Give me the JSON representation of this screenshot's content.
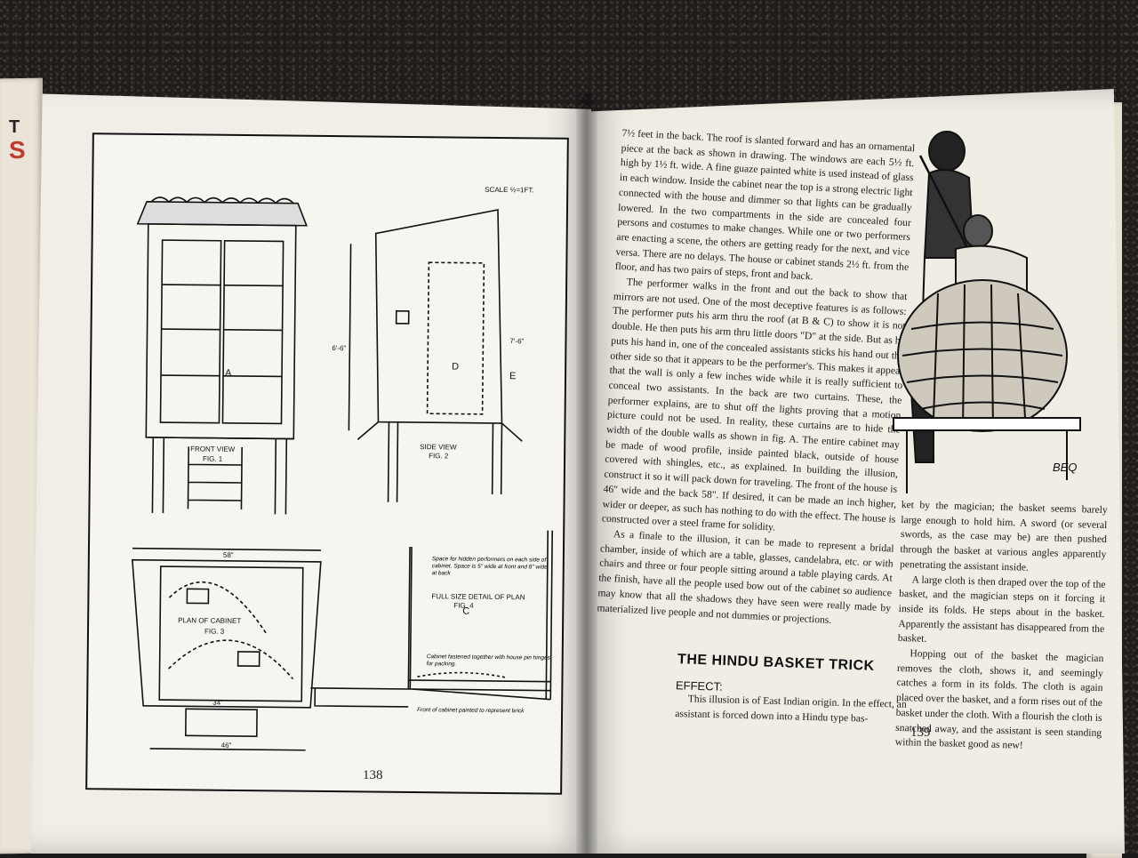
{
  "left_page": {
    "page_number": "138",
    "drawing_labels": {
      "front_view": "FRONT VIEW",
      "front_fig": "FIG. 1",
      "side_view": "SIDE VIEW",
      "side_fig": "FIG. 2",
      "plan": "PLAN OF CABINET",
      "plan_fig": "FIG. 3",
      "detail": "FULL SIZE DETAIL OF PLAN",
      "detail_fig": "FIG. 4",
      "scale": "SCALE ½=1FT.",
      "letter_a": "A",
      "letter_c": "C",
      "letter_d": "D",
      "letter_e": "E",
      "dim_34": "34\"",
      "dim_46": "46\"",
      "dim_58": "58\"",
      "dim_7_6": "7'-6\"",
      "dim_6_6": "6'-6\"",
      "note_space": "Space for hidden performers on each side of cabinet. Space is 5\" wide at front and 8\" wide at back",
      "note_cabinet": "Cabinet fastened together with house pin hinges for packing.",
      "note_front": "Front of cabinet painted to represent brick"
    }
  },
  "right_page": {
    "page_number": "139",
    "col1_paragraphs": [
      "7½ feet in the back. The roof is slanted forward and has an ornamental piece at the back as shown in drawing. The windows are each 5½ ft. high by 1½ ft. wide. A fine guaze painted white is used instead of glass in each window. Inside the cabinet near the top is a strong electric light connected with the house and dimmer so that lights can be gradually lowered. In the two compartments in the side are concealed four persons and costumes to make changes. While one or two performers are enacting a scene, the others are getting ready for the next, and vice versa. There are no delays. The house or cabinet stands 2½ ft. from the floor, and has two pairs of steps, front and back.",
      "The performer walks in the front and out the back to show that mirrors are not used. One of the most deceptive features is as follows: The performer puts his arm thru the roof (at B & C) to show it is not double. He then puts his arm thru little doors \"D\" at the side. But as he puts his hand in, one of the concealed assistants sticks his hand out the other side so that it appears to be the performer's. This makes it appear that the wall is only a few inches wide while it is really sufficient to conceal two assistants. In the back are two curtains. These, the performer explains, are to shut off the lights proving that a motion picture could not be used. In reality, these curtains are to hide the width of the double walls as shown in fig. A. The entire cabinet may be made of wood profile, inside painted black, outside of house covered with shingles, etc., as explained. In building the illusion, construct it so it will pack down for traveling. The front of the house is 46\" wide and the back 58\". If desired, it can be made an inch higher, wider or deeper, as such has nothing to do with the effect. The house is constructed over a steel frame for solidity.",
      "As a finale to the illusion, it can be made to represent a bridal chamber, inside of which are a table, glasses, candelabra, etc. or with chairs and three or four people sitting around a table playing cards. At the finish, have all the people used bow out of the cabinet so audience may know that all the shadows they have seen were really made by materialized live people and not dummies or projections."
    ],
    "heading": "THE HINDU BASKET TRICK",
    "effect_label": "EFFECT:",
    "effect_paragraph": "This illusion is of East Indian origin. In the effect, an assistant is forced down into a Hindu type bas-",
    "col2_paragraphs": [
      "ket by the magician; the basket seems barely large enough to hold him. A sword (or several swords, as the case may be) are then pushed through the basket at various angles apparently penetrating the assistant inside.",
      "A large cloth is then draped over the top of the basket, and the magician steps on it forcing it inside its folds. He steps about in the basket. Apparently the assistant has disappeared from the basket.",
      "Hopping out of the basket the magician removes the cloth, shows it, and seemingly catches a form in its folds. The cloth is again placed over the basket, and a form rises out of the basket under the cloth. With a flourish the cloth is snatched away, and the assistant is seen standing within the basket good as new!"
    ],
    "illustration_signature": "BEQ"
  },
  "spine_text": {
    "line1": "T",
    "line2": "S"
  }
}
